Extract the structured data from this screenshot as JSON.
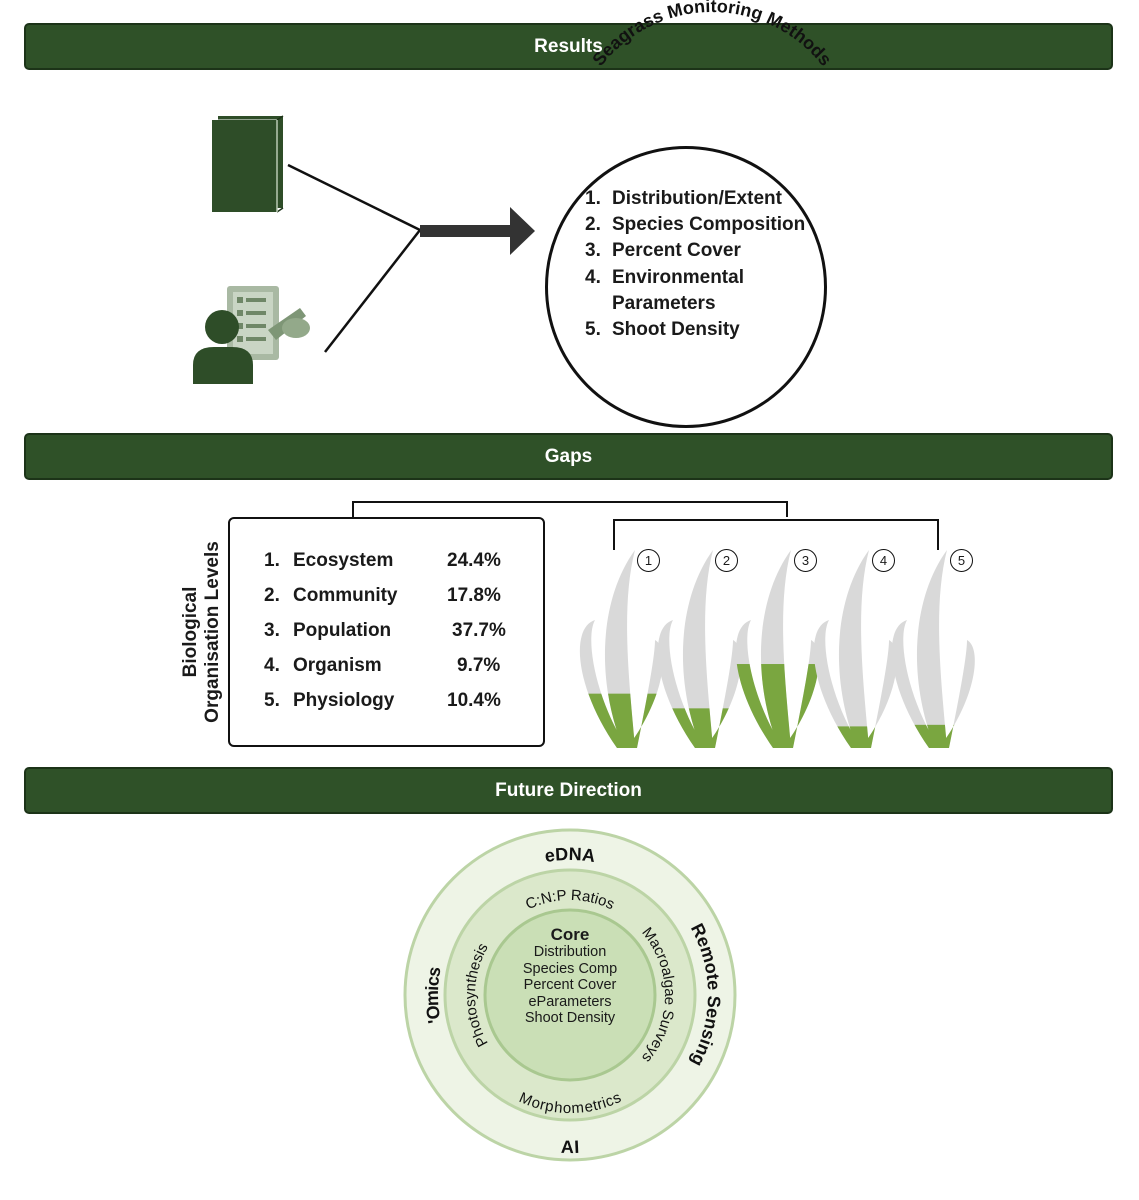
{
  "sections": {
    "results_title": "Results",
    "gaps_title": "Gaps",
    "future_title": "Future Direction"
  },
  "results": {
    "icons": [
      "book-icon",
      "person-with-checklist-icon",
      "arrow-right-icon"
    ],
    "methods_title": "Seagrass Monitoring Methods",
    "methods": [
      {
        "num": "1.",
        "label": "Distribution/Extent"
      },
      {
        "num": "2.",
        "label": "Species Composition"
      },
      {
        "num": "3.",
        "label": "Percent Cover"
      },
      {
        "num": "4.",
        "label": "Environmental"
      },
      {
        "num": "",
        "label": "Parameters"
      },
      {
        "num": "5.",
        "label": "Shoot Density"
      }
    ]
  },
  "gaps": {
    "axis_label_line1": "Biological",
    "axis_label_line2": "Organisation Levels",
    "levels": [
      {
        "num": "1.",
        "name": "Ecosystem",
        "pct": "24.4%",
        "fill": 24.4
      },
      {
        "num": "2.",
        "name": "Community",
        "pct": "17.8%",
        "fill": 17.8
      },
      {
        "num": "3.",
        "name": "Population",
        "pct": "37.7%",
        "fill": 37.7
      },
      {
        "num": "4.",
        "name": "Organism",
        "pct": "9.7%",
        "fill": 9.7
      },
      {
        "num": "5.",
        "name": "Physiology",
        "pct": "10.4%",
        "fill": 10.4
      }
    ],
    "shoot_numbers": [
      "1",
      "2",
      "3",
      "4",
      "5"
    ]
  },
  "future": {
    "core_title": "Core",
    "core_items": [
      "Distribution",
      "Species Comp",
      "Percent Cover",
      "eParameters",
      "Shoot Density"
    ],
    "middle_ring": {
      "top": "C:N:P Ratios",
      "left": "Photosynthesis",
      "right": "Macroalgae Surveys",
      "bottom": "Morphometrics"
    },
    "outer_ring": {
      "top": "eDNA",
      "left": "'Omics",
      "right": "Remote Sensing",
      "bottom": "AI"
    }
  },
  "colors": {
    "banner": "#2f5128",
    "icon_dark": "#2e4d28",
    "seagrass_fill": "#7aa640",
    "seagrass_grey": "#d9d9d9",
    "ring_outer": "#eef4e6",
    "ring_middle": "#dbe8cb",
    "ring_core": "#cadfb6"
  }
}
